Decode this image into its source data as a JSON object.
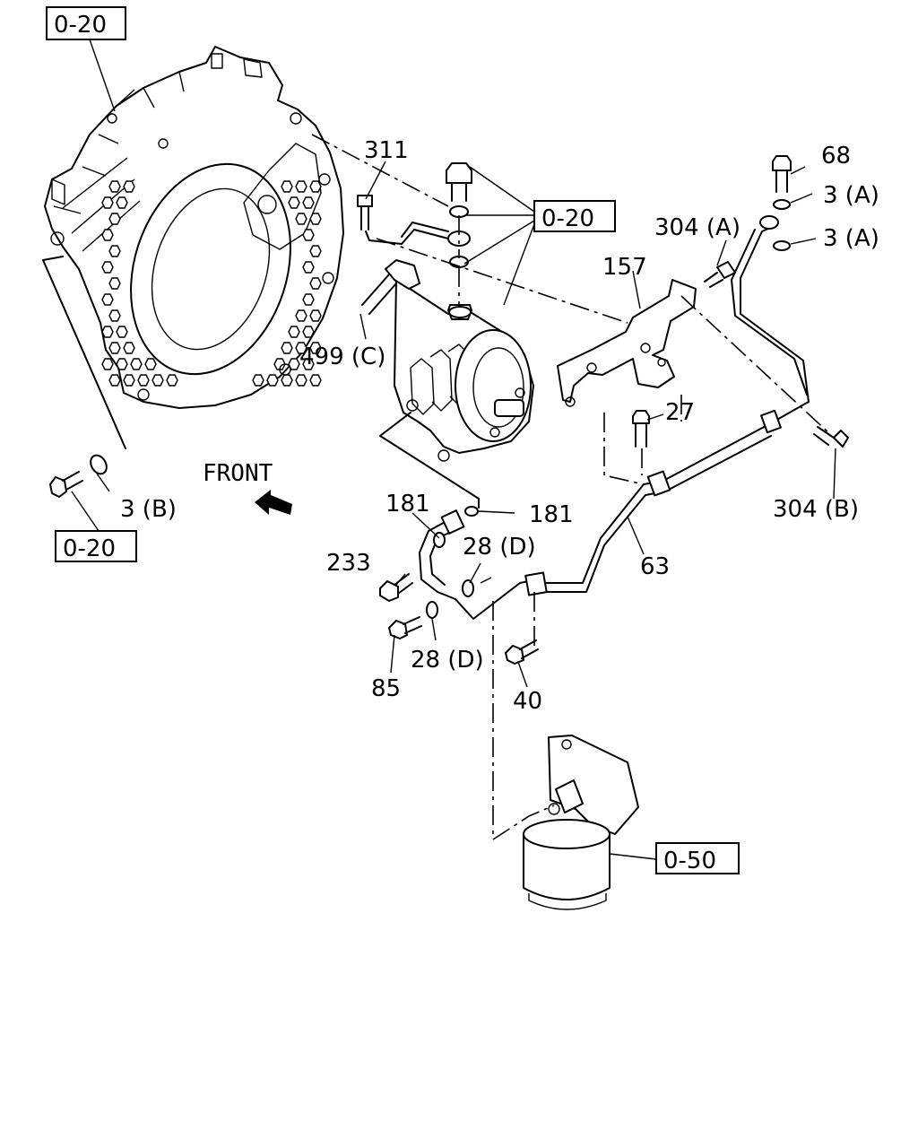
{
  "ref_boxes": [
    {
      "id": "ref-top-left",
      "text": "0-20"
    },
    {
      "id": "ref-center",
      "text": "0-20"
    },
    {
      "id": "ref-bottom-left",
      "text": "0-20"
    },
    {
      "id": "ref-filter",
      "text": "0-50"
    }
  ],
  "front_label": "FRONT",
  "callouts": [
    {
      "id": "c311",
      "text": "311"
    },
    {
      "id": "c68",
      "text": "68"
    },
    {
      "id": "c3a1",
      "text": "3 (A)"
    },
    {
      "id": "c3a2",
      "text": "3 (A)"
    },
    {
      "id": "c304a",
      "text": "304 (A)"
    },
    {
      "id": "c157",
      "text": "157"
    },
    {
      "id": "c499c",
      "text": "499 (C)"
    },
    {
      "id": "c27",
      "text": "27"
    },
    {
      "id": "c304b",
      "text": "304 (B)"
    },
    {
      "id": "c3b",
      "text": "3 (B)"
    },
    {
      "id": "c181a",
      "text": "181"
    },
    {
      "id": "c181b",
      "text": "181"
    },
    {
      "id": "c28d1",
      "text": "28 (D)"
    },
    {
      "id": "c233",
      "text": "233"
    },
    {
      "id": "c63",
      "text": "63"
    },
    {
      "id": "c28d2",
      "text": "28 (D)"
    },
    {
      "id": "c85",
      "text": "85"
    },
    {
      "id": "c40",
      "text": "40"
    }
  ]
}
